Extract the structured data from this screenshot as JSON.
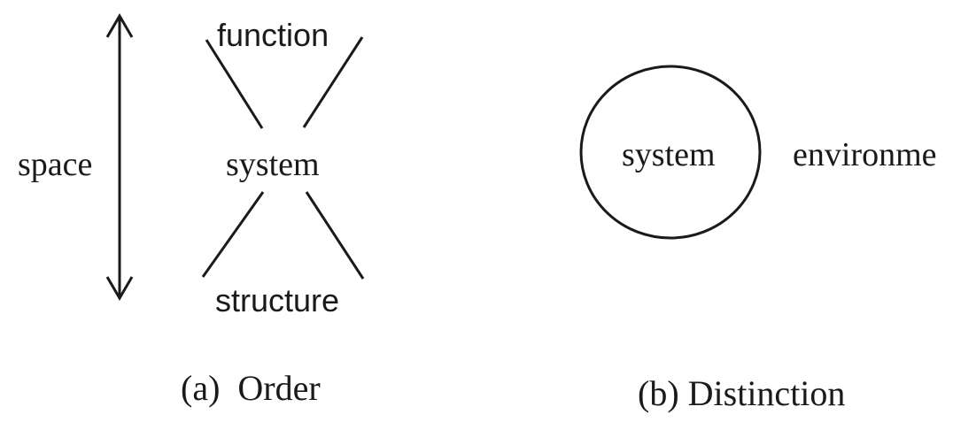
{
  "panel_a": {
    "top_label": "function",
    "center_label": "system",
    "bottom_label": "structure",
    "axis_label": "space",
    "caption": "(a)  Order"
  },
  "panel_b": {
    "circle_label": "system",
    "outside_label": "environme",
    "caption": "(b) Distinction"
  }
}
